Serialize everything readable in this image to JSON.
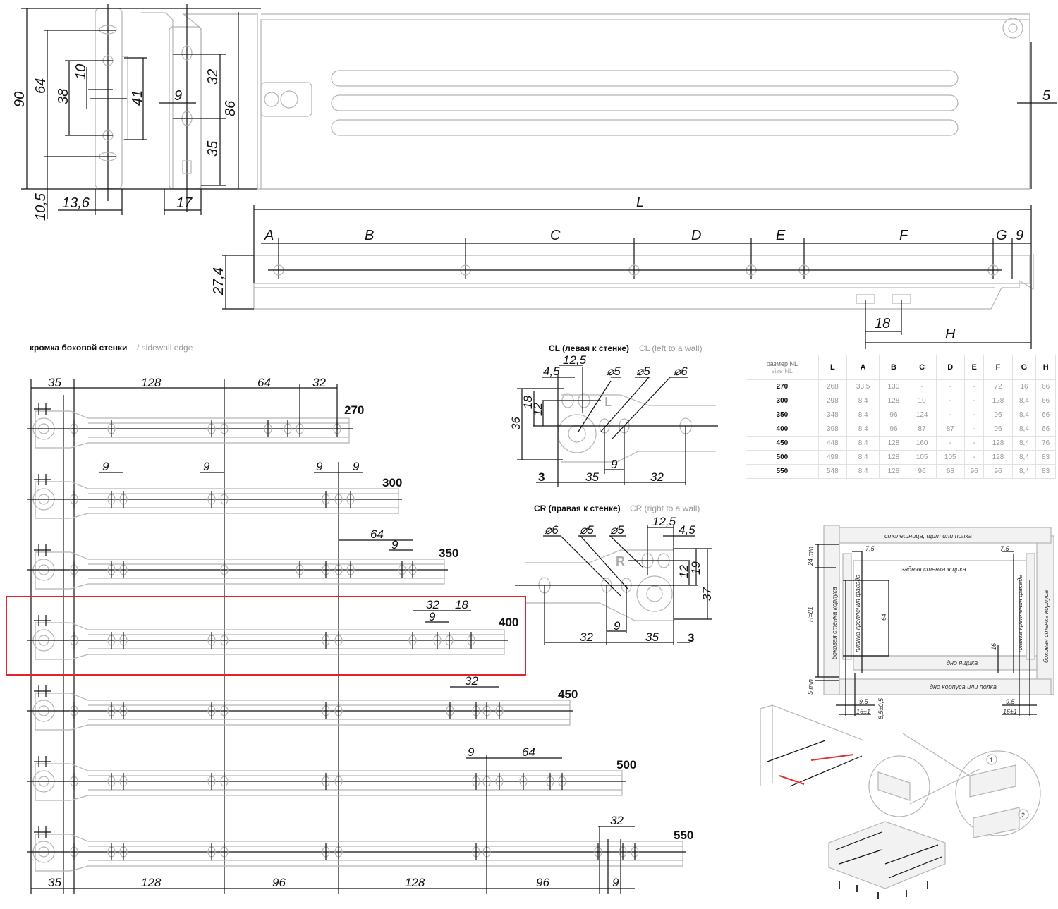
{
  "profile_view": {
    "dims": {
      "h90": "90",
      "h64": "64",
      "h38": "38",
      "h10": "10",
      "h41": "41",
      "h9": "9",
      "h32": "32",
      "h86": "86",
      "h35": "35",
      "h10_5": "10,5",
      "w13_6": "13,6",
      "w17": "17",
      "w5": "5"
    }
  },
  "side_view": {
    "dims": {
      "L": "L",
      "A": "A",
      "B": "B",
      "C": "C",
      "D": "D",
      "E": "E",
      "F": "F",
      "G": "G",
      "nine": "9",
      "h27_4": "27,4",
      "w18": "18",
      "H": "H"
    }
  },
  "rails": {
    "heading": "кромка боковой стенки",
    "heading_en": "/ sidewall edge",
    "sizes": [
      "270",
      "300",
      "350",
      "400",
      "450",
      "500",
      "550"
    ],
    "highlighted_size": "400",
    "highlight_color": "#e0242c",
    "top_dims": [
      "35",
      "128",
      "64",
      "32"
    ],
    "row300_dims": [
      "9",
      "9",
      "9",
      "9"
    ],
    "row350_dims": [
      "64",
      "9"
    ],
    "row400_dims": [
      "32",
      "18",
      "9"
    ],
    "row450_dims": [
      "32"
    ],
    "row500_dims": [
      "9",
      "64"
    ],
    "row550_dims": [
      "32"
    ],
    "bottom_dims": [
      "35",
      "128",
      "96",
      "128",
      "96",
      "9"
    ]
  },
  "cl_detail": {
    "title_ru": "CL (левая к стенке)",
    "title_en": "CL (left to a wall)",
    "marker": "L",
    "dims": [
      "12,5",
      "4,5",
      "⌀5",
      "⌀5",
      "⌀6",
      "18",
      "12",
      "36",
      "9",
      "3",
      "35",
      "32"
    ]
  },
  "cr_detail": {
    "title_ru": "CR (правая к стенке)",
    "title_en": "CR (right to a wall)",
    "marker": "R",
    "dims": [
      "⌀6",
      "⌀5",
      "⌀5",
      "12,5",
      "4,5",
      "12",
      "19",
      "37",
      "9",
      "32",
      "35",
      "3"
    ]
  },
  "spec_table": {
    "header_ru": "размер NL",
    "header_en": "size NL",
    "columns": [
      "L",
      "A",
      "B",
      "C",
      "D",
      "E",
      "F",
      "G",
      "H"
    ],
    "rows": [
      [
        "270",
        "268",
        "33,5",
        "130",
        "-",
        "-",
        "-",
        "72",
        "16",
        "66"
      ],
      [
        "300",
        "298",
        "8,4",
        "128",
        "10",
        "-",
        "-",
        "128",
        "8,4",
        "66"
      ],
      [
        "350",
        "348",
        "8,4",
        "96",
        "124",
        "-",
        "-",
        "96",
        "8,4",
        "66"
      ],
      [
        "400",
        "398",
        "8,4",
        "96",
        "87",
        "87",
        "-",
        "96",
        "8,4",
        "66"
      ],
      [
        "450",
        "448",
        "8,4",
        "128",
        "160",
        "-",
        "-",
        "128",
        "8,4",
        "76"
      ],
      [
        "500",
        "498",
        "8,4",
        "128",
        "105",
        "105",
        "-",
        "128",
        "8,4",
        "83"
      ],
      [
        "550",
        "548",
        "8,4",
        "128",
        "96",
        "68",
        "96",
        "96",
        "8,4",
        "83"
      ]
    ]
  },
  "installation": {
    "top_panel": "столешница, щит или полка",
    "back_wall": "задняя стенка ящика",
    "drawer_bottom": "дно ящика",
    "cabinet_bottom": "дно корпуса или полка",
    "side_wall_left": "боковая стенка корпуса",
    "side_wall_right": "боковая стенка корпуса",
    "front_strip_left": "планка крепления фасада",
    "front_strip_right": "планка крепления фасада",
    "dims": {
      "min24": "24 min",
      "h81": "H=81",
      "min5": "5 min",
      "d7_5a": "7,5",
      "d7_5b": "7,5",
      "d64": "64",
      "d16": "16",
      "d9_5a": "9,5",
      "d9_5b": "9,5",
      "d16a": "16±1",
      "d16b": "16±1",
      "d8_5": "8,5±0,5"
    }
  },
  "assembly": {
    "step1": "1",
    "step2": "2"
  }
}
